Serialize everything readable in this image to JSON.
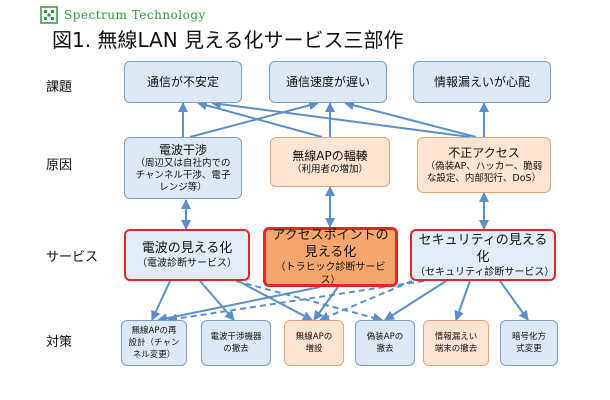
{
  "logo": {
    "text": "Spectrum Technology"
  },
  "title": "図1. 無線LAN 見える化サービス三部作",
  "rows": {
    "issue": "課題",
    "cause": "原因",
    "service": "サービス",
    "measure": "対策"
  },
  "issues": [
    {
      "text": "通信が不安定"
    },
    {
      "text": "通信速度が遅い"
    },
    {
      "text": "情報漏えいが心配"
    }
  ],
  "causes": [
    {
      "title": "電波干渉",
      "sub": [
        "（周辺又は自社内での",
        "チャンネル干渉、電子",
        "レンジ等）"
      ]
    },
    {
      "title": "無線APの輻輳",
      "sub": [
        "（利用者の増加）"
      ]
    },
    {
      "title": "不正アクセス",
      "sub": [
        "（偽装AP、ハッカー、脆弱",
        "な設定、内部犯行、DoS）"
      ]
    }
  ],
  "services": [
    {
      "title": [
        "電波の見える化"
      ],
      "sub": "（電波診断サービス）"
    },
    {
      "title": [
        "アクセスポイントの",
        "見える化"
      ],
      "sub": "（トラヒック診断サービス）"
    },
    {
      "title": [
        "セキュリティの見える化"
      ],
      "sub": "（セキュリティ診断サービス）"
    }
  ],
  "measures": [
    {
      "lines": [
        "無線APの再",
        "設計（チャン",
        "ネル変更）"
      ]
    },
    {
      "lines": [
        "電波干渉機器",
        "の撤去"
      ]
    },
    {
      "lines": [
        "無線APの",
        "増設"
      ]
    },
    {
      "lines": [
        "偽装APの",
        "撤去"
      ]
    },
    {
      "lines": [
        "情報漏えい",
        "端末の撤去"
      ]
    },
    {
      "lines": [
        "暗号化方",
        "式変更"
      ]
    }
  ],
  "colors": {
    "arrow": "#5b8fc9",
    "box_blue": "#dde8f4",
    "box_orange": "#fce4d2",
    "highlight": "#f4a66e",
    "red_border": "#e02828",
    "logo_green": "#2e9a3c"
  }
}
